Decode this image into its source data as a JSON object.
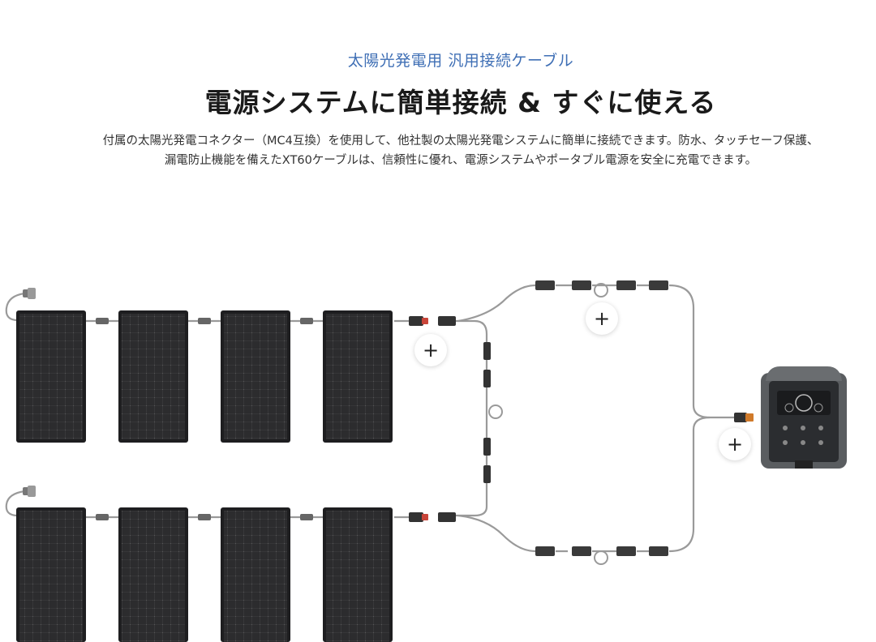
{
  "header": {
    "subtitle": "太陽光発電用 汎用接続ケーブル",
    "title": "電源システムに簡単接続 & すぐに使える",
    "description_line1": "付属の太陽光発電コネクター（MC4互換）を使用して、他社製の太陽光発電システムに簡単に接続できます。防水、タッチセーフ保護、",
    "description_line2": "漏電防止機能を備えたXT60ケーブルは、信頼性に優れ、電源システムやポータブル電源を安全に充電できます。"
  },
  "hotspots": [
    {
      "id": "solar-connector",
      "label": "+"
    },
    {
      "id": "branch-connector",
      "label": "+"
    },
    {
      "id": "power-station-connector",
      "label": "+"
    }
  ],
  "colors": {
    "subtitle": "#3f6fb5",
    "panel": "#2a2a2a",
    "cable": "#9a9a9a"
  }
}
